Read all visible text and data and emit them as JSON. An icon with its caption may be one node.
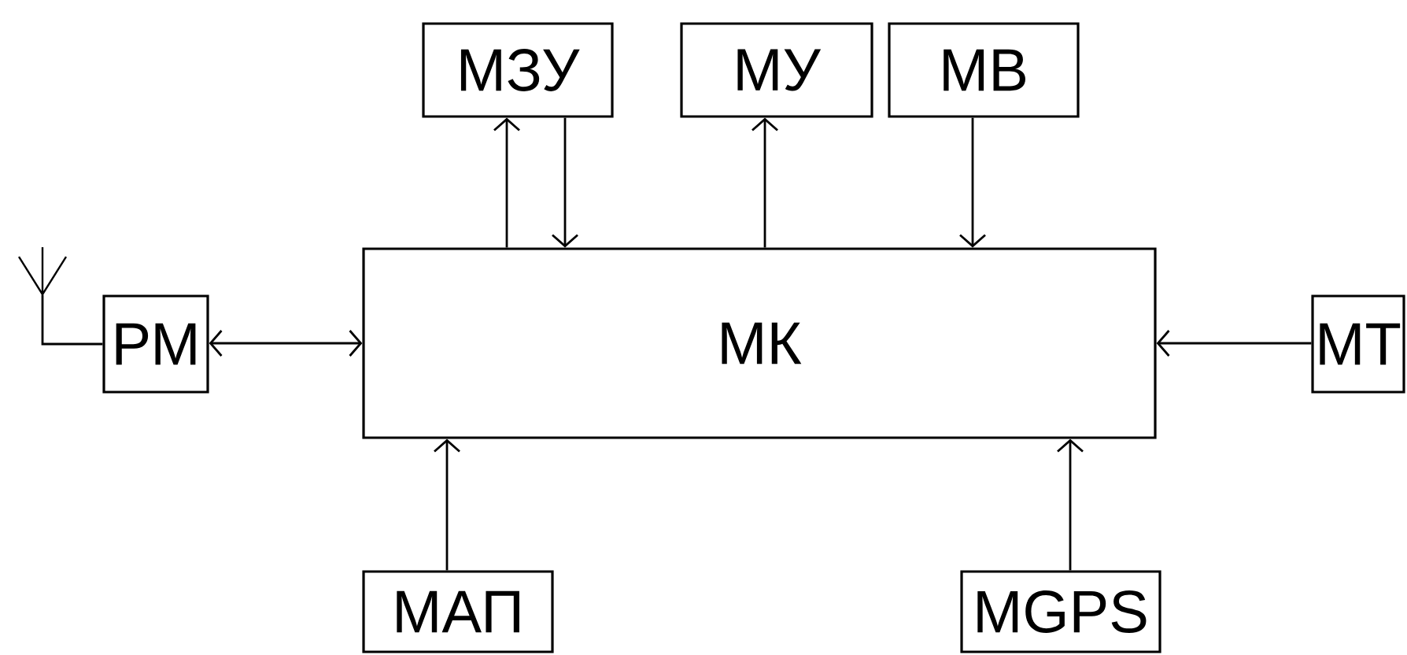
{
  "diagram": {
    "nodes": [
      {
        "text": [
          "МЗУ"
        ]
      },
      {
        "text": [
          "МУ"
        ]
      },
      {
        "text": [
          "МВ"
        ]
      },
      {
        "text": [],
        "shape": "antenna"
      },
      {
        "text": [
          "РМ"
        ]
      },
      {
        "text": [
          "МК"
        ]
      },
      {
        "text": [
          "МТ"
        ]
      },
      {
        "text": [
          "МАП"
        ]
      },
      {
        "text": [
          "MGPS"
        ]
      }
    ],
    "edges": [
      {
        "from": 5,
        "to": 0,
        "arrow": "to"
      },
      {
        "from": 0,
        "to": 5,
        "arrow": "to"
      },
      {
        "from": 5,
        "to": 1,
        "arrow": "to"
      },
      {
        "from": 2,
        "to": 5,
        "arrow": "to"
      },
      {
        "from": 3,
        "to": 4,
        "arrow": "none"
      },
      {
        "from": 4,
        "to": 5,
        "arrow": "both"
      },
      {
        "from": 6,
        "to": 5,
        "arrow": "to"
      },
      {
        "from": 7,
        "to": 5,
        "arrow": "to"
      },
      {
        "from": 8,
        "to": 5,
        "arrow": "to"
      }
    ]
  }
}
